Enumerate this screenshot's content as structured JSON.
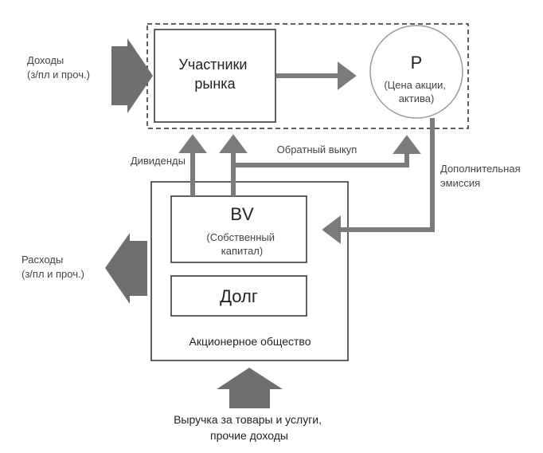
{
  "diagram": {
    "market_participants": [
      "Участники",
      "рынка"
    ],
    "price": {
      "symbol": "P",
      "description": [
        "(Цена акции,",
        "актива)"
      ]
    },
    "income_inflow": [
      "Доходы",
      "(з/пл и проч.)"
    ],
    "expenses_outflow": [
      "Расходы",
      "(з/пл и проч.)"
    ],
    "dividends": "Дивиденды",
    "buyback": "Обратный выкуп",
    "additional_issue": [
      "Дополнительная",
      "эмиссия"
    ],
    "book_value": {
      "symbol": "BV",
      "description": [
        "(Собственный",
        "капитал)"
      ]
    },
    "debt": "Долг",
    "company": "Акционерное общество",
    "revenue_inflow": [
      "Выручка за товары и услуги,",
      "прочие доходы"
    ]
  },
  "colors": {
    "arrow": "#7b7b7b",
    "line": "#2b2b2b",
    "circle_stroke": "#999999",
    "text": "#222222"
  }
}
